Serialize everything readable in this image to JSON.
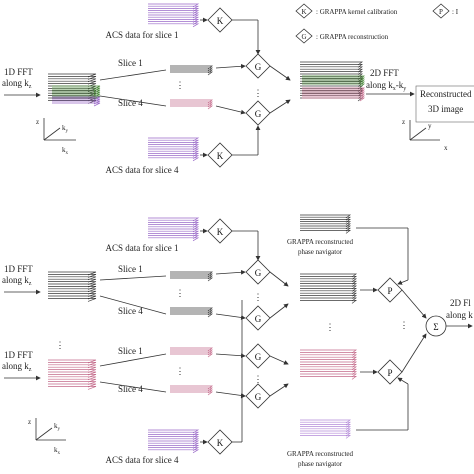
{
  "legend": {
    "k_symbol": "K",
    "k_desc": ": GRAPPA kernel calibration",
    "g_symbol": "G",
    "g_desc": ": GRAPPA reconstruction",
    "p_symbol": "P",
    "p_desc": ": I"
  },
  "top": {
    "acs_slice1": "ACS data for slice 1",
    "acs_slice4": "ACS data for slice 4",
    "fft1d_line1": "1D FFT",
    "fft1d_line2": "along k",
    "fft1d_sub": "z",
    "slice1": "Slice 1",
    "slice4": "Slice 4",
    "fft2d_line1": "2D FFT",
    "fft2d_line2": "along k",
    "fft2d_sub1": "x",
    "fft2d_sep": "-k",
    "fft2d_sub2": "y",
    "recon_line1": "Reconstructed",
    "recon_line2": "3D image",
    "axis_left": {
      "z": "z",
      "ky": "k",
      "ky_sub": "y",
      "kx": "k",
      "kx_sub": "x"
    },
    "axis_right": {
      "z": "z",
      "y": "y",
      "x": "x"
    }
  },
  "bottom": {
    "acs_slice1": "ACS data for slice 1",
    "acs_slice4": "ACS data for slice 4",
    "grappa_nav_top_1": "GRAPPA reconstructed",
    "grappa_nav_top_2": "phase navigator",
    "grappa_nav_bot_1": "GRAPPA reconstructed",
    "grappa_nav_bot_2": "phase navigator",
    "fft1d_a_line1": "1D FFT",
    "fft1d_a_line2": "along k",
    "fft1d_a_sub": "z",
    "fft1d_b_line1": "1D FFT",
    "fft1d_b_line2": "along k",
    "fft1d_b_sub": "z",
    "slice1_a": "Slice 1",
    "slice4_a": "Slice 4",
    "slice1_b": "Slice 1",
    "slice4_b": "Slice 4",
    "fft2d_line1": "2D Fl",
    "fft2d_line2": "along k",
    "sum_symbol": "Σ",
    "axis": {
      "z": "z",
      "ky": "k",
      "ky_sub": "y",
      "kx": "k",
      "kx_sub": "x"
    }
  },
  "colors": {
    "stack_dark": "#3a3a3a",
    "stack_green": "#4a8a3a",
    "stack_purple": "#9a6ac8",
    "stack_pink": "#c46a8a",
    "stack_lightpurple": "#b48ad8"
  }
}
